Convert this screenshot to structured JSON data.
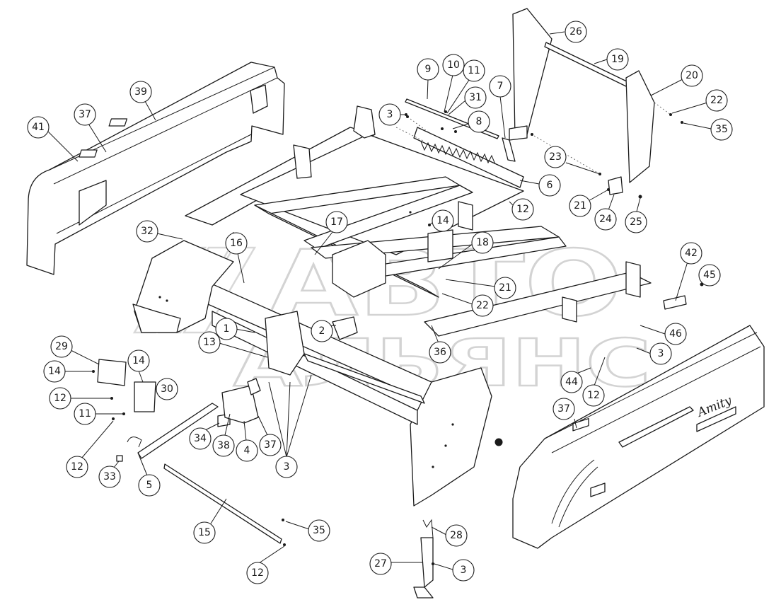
{
  "watermark": {
    "line1": "АВТО",
    "line2": "АЛЬЯНС"
  },
  "brand_label": "Amity",
  "callouts": [
    {
      "id": "c26",
      "label": "26"
    },
    {
      "id": "c19",
      "label": "19"
    },
    {
      "id": "c20",
      "label": "20"
    },
    {
      "id": "c22a",
      "label": "22"
    },
    {
      "id": "c35a",
      "label": "35"
    },
    {
      "id": "c9",
      "label": "9"
    },
    {
      "id": "c10",
      "label": "10"
    },
    {
      "id": "c11a",
      "label": "11"
    },
    {
      "id": "c7",
      "label": "7"
    },
    {
      "id": "c31",
      "label": "31"
    },
    {
      "id": "c8",
      "label": "8"
    },
    {
      "id": "c3a",
      "label": "3"
    },
    {
      "id": "c23",
      "label": "23"
    },
    {
      "id": "c6",
      "label": "6"
    },
    {
      "id": "c12a",
      "label": "12"
    },
    {
      "id": "c21a",
      "label": "21"
    },
    {
      "id": "c24",
      "label": "24"
    },
    {
      "id": "c25",
      "label": "25"
    },
    {
      "id": "c39",
      "label": "39"
    },
    {
      "id": "c37a",
      "label": "37"
    },
    {
      "id": "c41",
      "label": "41"
    },
    {
      "id": "c32",
      "label": "32"
    },
    {
      "id": "c16",
      "label": "16"
    },
    {
      "id": "c17",
      "label": "17"
    },
    {
      "id": "c14a",
      "label": "14"
    },
    {
      "id": "c18",
      "label": "18"
    },
    {
      "id": "c21b",
      "label": "21"
    },
    {
      "id": "c22b",
      "label": "22"
    },
    {
      "id": "c42",
      "label": "42"
    },
    {
      "id": "c45",
      "label": "45"
    },
    {
      "id": "c46",
      "label": "46"
    },
    {
      "id": "c3b",
      "label": "3"
    },
    {
      "id": "c1",
      "label": "1"
    },
    {
      "id": "c2",
      "label": "2"
    },
    {
      "id": "c13",
      "label": "13"
    },
    {
      "id": "c36",
      "label": "36"
    },
    {
      "id": "c29",
      "label": "29"
    },
    {
      "id": "c14b",
      "label": "14"
    },
    {
      "id": "c14c",
      "label": "14"
    },
    {
      "id": "c30",
      "label": "30"
    },
    {
      "id": "c12b",
      "label": "12"
    },
    {
      "id": "c11b",
      "label": "11"
    },
    {
      "id": "c12c",
      "label": "12"
    },
    {
      "id": "c33",
      "label": "33"
    },
    {
      "id": "c5",
      "label": "5"
    },
    {
      "id": "c34",
      "label": "34"
    },
    {
      "id": "c38",
      "label": "38"
    },
    {
      "id": "c4",
      "label": "4"
    },
    {
      "id": "c37b",
      "label": "37"
    },
    {
      "id": "c3c",
      "label": "3"
    },
    {
      "id": "c44",
      "label": "44"
    },
    {
      "id": "c12d",
      "label": "12"
    },
    {
      "id": "c37c",
      "label": "37"
    },
    {
      "id": "c15",
      "label": "15"
    },
    {
      "id": "c35b",
      "label": "35"
    },
    {
      "id": "c12e",
      "label": "12"
    },
    {
      "id": "c28",
      "label": "28"
    },
    {
      "id": "c27",
      "label": "27"
    },
    {
      "id": "c3d",
      "label": "3"
    }
  ]
}
